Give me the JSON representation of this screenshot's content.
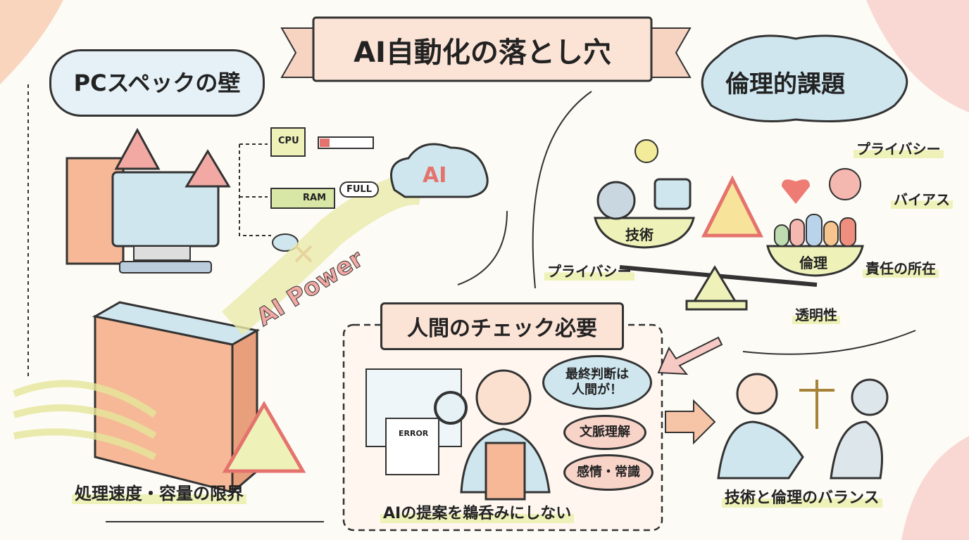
{
  "title": "AI自動化の落とし穴",
  "colors": {
    "peach": "#f6b897",
    "blue": "#cfe6ef",
    "yellow": "#eef2b8",
    "pink": "#f2a9a4",
    "ink": "#333333"
  },
  "sections": {
    "pc_spec": {
      "heading": "PCスペックの壁",
      "labels": {
        "cpu": "CPU",
        "ram": "RAM",
        "full": "FULL"
      },
      "caption": "処理速度・容量の限界"
    },
    "ai_power": {
      "cloud_label": "AI",
      "stream_label": "AI Power"
    },
    "ethics": {
      "heading": "倫理的課題",
      "scale_left": "技術",
      "scale_right": "倫理",
      "labels": [
        "プライバシー",
        "バイアス",
        "責任の所在",
        "透明性",
        "プライバシー"
      ]
    },
    "human_check": {
      "heading": "人間のチェック必要",
      "error_label": "ERROR",
      "bubbles": [
        "最終判断は\n人間が！",
        "文脈理解",
        "感情・常識"
      ],
      "caption": "AIの提案を鵜呑みにしない"
    },
    "balance": {
      "caption": "技術と倫理のバランス"
    }
  }
}
